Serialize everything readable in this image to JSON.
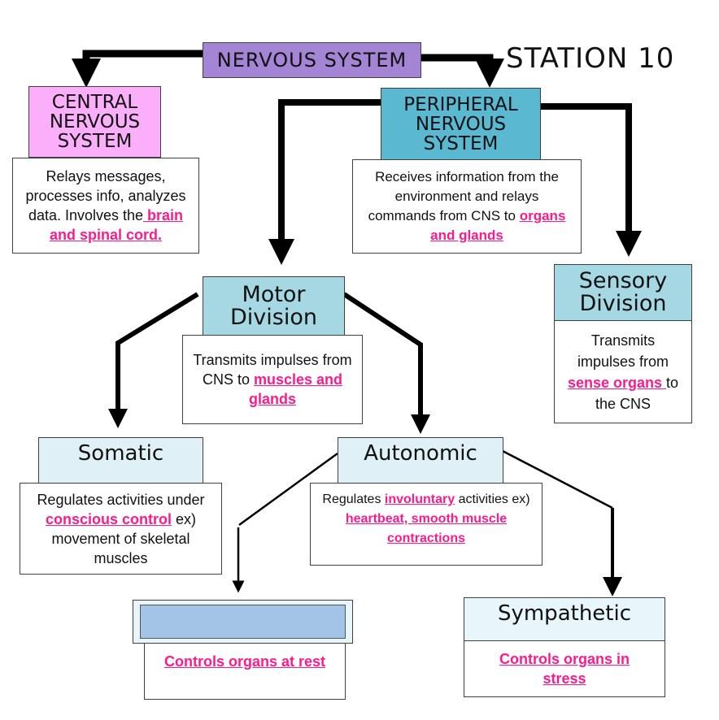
{
  "title": "NERVOUS SYSTEM",
  "station_label": "STATION 10",
  "colors": {
    "nervous_system": "#a484d4",
    "central": "#fbaffa",
    "peripheral": "#5ab8d0",
    "division": "#a6d8e4",
    "subdivision": "#dff0f6",
    "blank_inner": "#a3c4e6",
    "highlight": "#ff1a8c"
  },
  "central": {
    "title": "CENTRAL NERVOUS SYSTEM",
    "desc_plain": "Relays messages, processes info, analyzes data. Involves the",
    "desc_highlight": " brain and  spinal cord."
  },
  "peripheral": {
    "title": "PERIPHERAL NERVOUS SYSTEM",
    "desc_plain": "Receives information from the environment and relays commands from CNS to",
    "desc_highlight": "organs and glands"
  },
  "motor": {
    "title": "Motor Division",
    "desc_plain": "Transmits impulses from CNS to",
    "desc_highlight": "muscles and  glands"
  },
  "sensory": {
    "title": "Sensory Division",
    "desc_plain_before": "Transmits impulses from",
    "desc_highlight": "sense organs ",
    "desc_plain_after": "to the CNS"
  },
  "somatic": {
    "title": "Somatic",
    "desc_plain_before": "Regulates activities under",
    "desc_highlight": "conscious control",
    "desc_plain_after": "ex) movement of skeletal muscles"
  },
  "autonomic": {
    "title": "Autonomic",
    "desc_plain_1": "Regulates",
    "desc_highlight_1": "involuntary",
    "desc_plain_2": "activities ex)",
    "desc_highlight_2": "heartbeat, smooth muscle contractions"
  },
  "parasympathetic": {
    "title": "",
    "desc_highlight": "Controls organs at rest"
  },
  "sympathetic": {
    "title": "Sympathetic",
    "desc_highlight": "Controls organs in stress"
  }
}
